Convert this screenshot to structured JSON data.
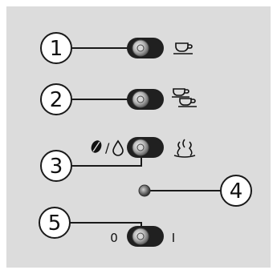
{
  "callouts": [
    {
      "number": "1",
      "target": "single-cup-button",
      "icon": "single-cup-icon"
    },
    {
      "number": "2",
      "target": "double-cup-button",
      "icon": "double-cup-icon"
    },
    {
      "number": "3",
      "target": "selector-button",
      "icon": "steam-icon"
    },
    {
      "number": "4",
      "target": "indicator-light"
    },
    {
      "number": "5",
      "target": "power-switch"
    }
  ],
  "labels": {
    "selector_left": "/",
    "power_off": "0",
    "power_on": "I"
  },
  "icons": [
    "coffee-bean-icon",
    "water-drop-icon",
    "single-cup-icon",
    "double-cup-icon",
    "steam-icon"
  ],
  "colors": {
    "panel": "#dcdcdc",
    "frame": "#ffffff",
    "button_body": "#202020",
    "button_ring": "#9a9a9a",
    "line": "#1a1a1a"
  }
}
